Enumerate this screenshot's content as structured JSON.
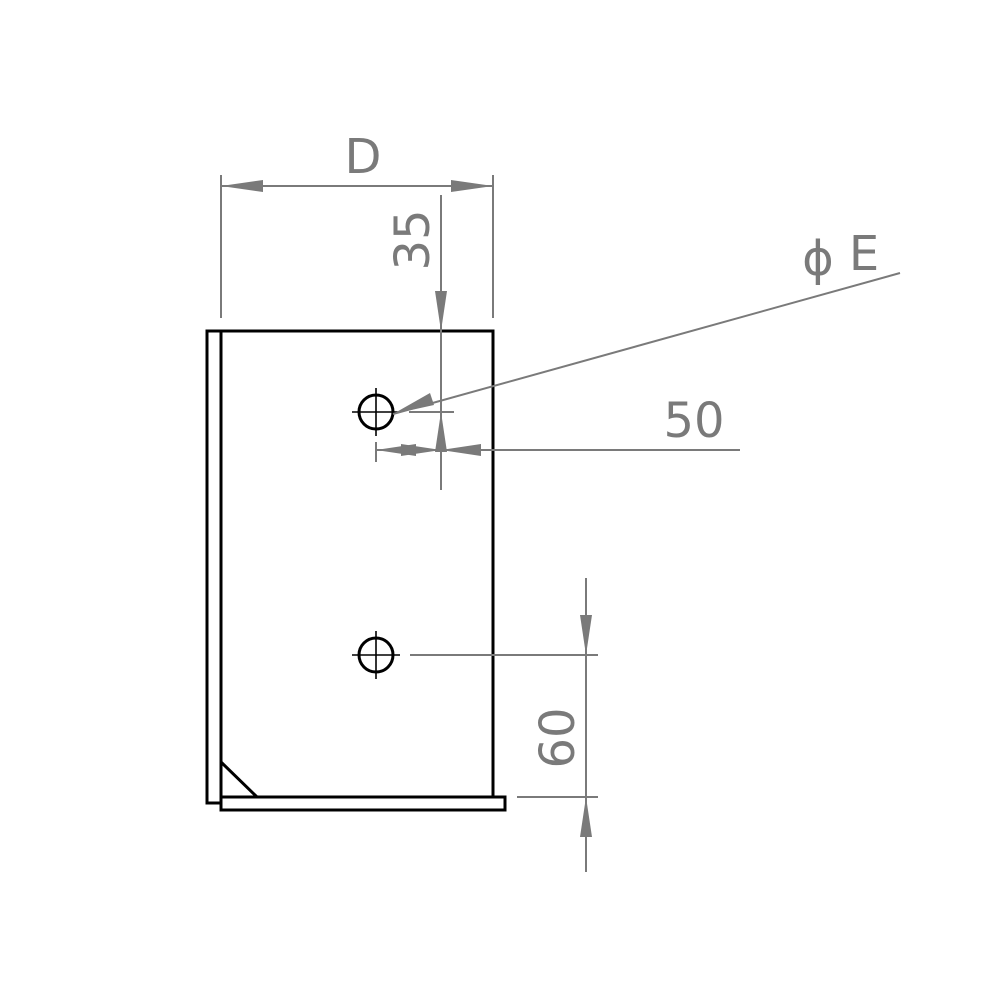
{
  "dimensions": {
    "width_label": "D",
    "top_offset_label": "35",
    "side_offset_label": "50",
    "hole_diameter_symbol": "ϕ",
    "hole_diameter_label": "E",
    "bottom_offset_label": "60"
  },
  "colors": {
    "part_outline": "#000000",
    "dimension_lines": "#7a7a7a",
    "background": "#ffffff"
  }
}
